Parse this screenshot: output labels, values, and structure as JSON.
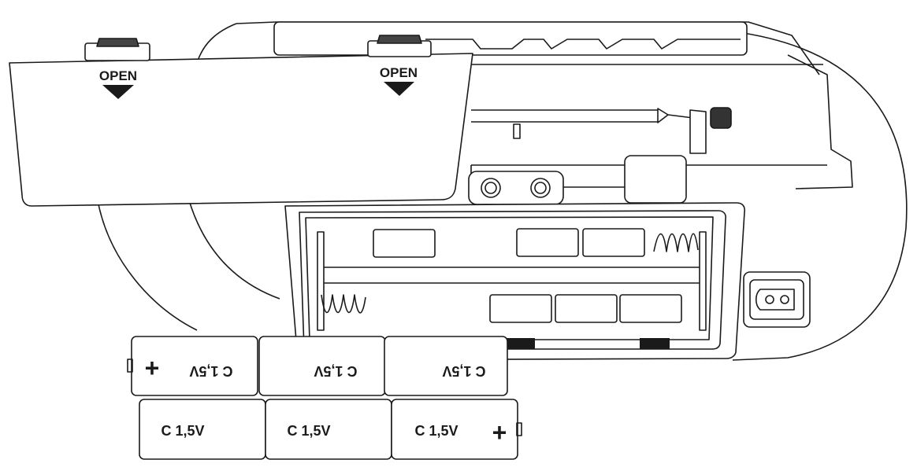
{
  "lid": {
    "latch_labels": [
      "OPEN",
      "OPEN"
    ]
  },
  "batteries": {
    "top_row": [
      "C  1,5V",
      "C  1,5V",
      "C  1,5V"
    ],
    "bottom_row": [
      "C  1,5V",
      "C  1,5V",
      "C  1,5V"
    ],
    "plus_symbol": "+"
  },
  "colors": {
    "line": "#1a1a1a",
    "fill": "#ffffff",
    "dark": "#1a1a1a"
  }
}
